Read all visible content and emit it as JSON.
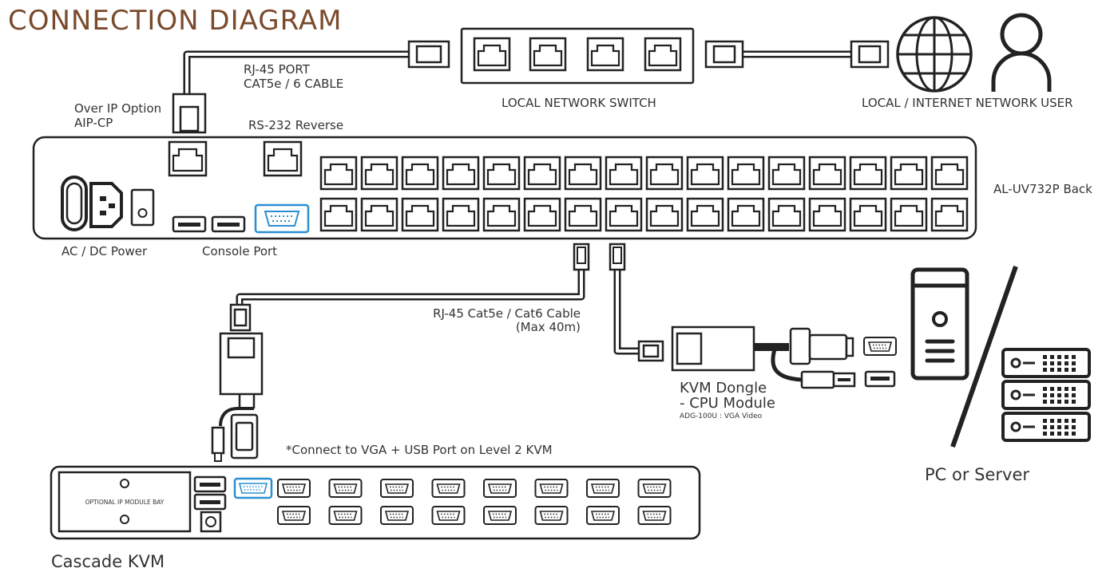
{
  "title": "CONNECTION DIAGRAM",
  "labels": {
    "rj45_port_1": "RJ-45 PORT",
    "rj45_port_2": "CAT5e / 6 CABLE",
    "over_ip_1": "Over IP Option",
    "over_ip_2": "AIP-CP",
    "rs232": "RS-232 Reverse",
    "local_switch": "LOCAL NETWORK SWITCH",
    "network_user": "LOCAL / INTERNET NETWORK USER",
    "kvm_back": "AL-UV732P Back",
    "ac_dc_power": "AC / DC Power",
    "console_port": "Console Port",
    "cable_1": "RJ-45 Cat5e / Cat6 Cable",
    "cable_2": "(Max 40m)",
    "dongle_1": "KVM Dongle",
    "dongle_2": "- CPU Module",
    "dongle_3": "ADG-100U : VGA Video",
    "connect_note": "*Connect to VGA + USB Port on Level 2 KVM",
    "ip_bay": "OPTIONAL IP MODULE BAY",
    "cascade_kvm": "Cascade KVM",
    "pc_server": "PC or Server"
  },
  "colors": {
    "title": "#7a4a2c",
    "line": "#222222",
    "highlight_port": "#2a8fd0"
  },
  "icons": [
    "globe-icon",
    "user-icon",
    "pc-tower-icon",
    "server-rack-icon",
    "ac-power-icon"
  ]
}
